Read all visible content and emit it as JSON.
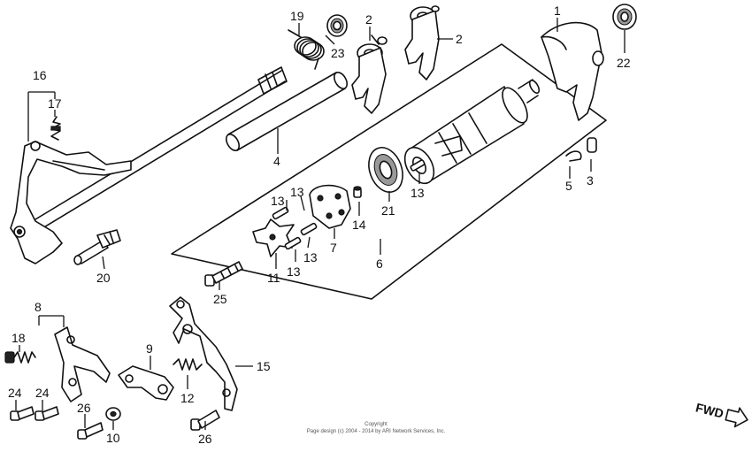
{
  "callouts": [
    {
      "id": "c1",
      "label": "1"
    },
    {
      "id": "c2a",
      "label": "2"
    },
    {
      "id": "c2b",
      "label": "2"
    },
    {
      "id": "c3",
      "label": "3"
    },
    {
      "id": "c4",
      "label": "4"
    },
    {
      "id": "c5",
      "label": "5"
    },
    {
      "id": "c6",
      "label": "6"
    },
    {
      "id": "c7",
      "label": "7"
    },
    {
      "id": "c8",
      "label": "8"
    },
    {
      "id": "c9",
      "label": "9"
    },
    {
      "id": "c10",
      "label": "10"
    },
    {
      "id": "c11",
      "label": "11"
    },
    {
      "id": "c12",
      "label": "12"
    },
    {
      "id": "c13a",
      "label": "13"
    },
    {
      "id": "c13b",
      "label": "13"
    },
    {
      "id": "c13c",
      "label": "13"
    },
    {
      "id": "c13d",
      "label": "13"
    },
    {
      "id": "c13e",
      "label": "13"
    },
    {
      "id": "c14",
      "label": "14"
    },
    {
      "id": "c15",
      "label": "15"
    },
    {
      "id": "c16",
      "label": "16"
    },
    {
      "id": "c17",
      "label": "17"
    },
    {
      "id": "c18",
      "label": "18"
    },
    {
      "id": "c19",
      "label": "19"
    },
    {
      "id": "c20",
      "label": "20"
    },
    {
      "id": "c21",
      "label": "21"
    },
    {
      "id": "c22",
      "label": "22"
    },
    {
      "id": "c23",
      "label": "23"
    },
    {
      "id": "c24a",
      "label": "24"
    },
    {
      "id": "c24b",
      "label": "24"
    },
    {
      "id": "c25",
      "label": "25"
    },
    {
      "id": "c26a",
      "label": "26"
    },
    {
      "id": "c26b",
      "label": "26"
    }
  ],
  "copyright": {
    "line1": "Copyright",
    "line2": "Page design (c) 2004 - 2014 by ARI Network Services, Inc."
  },
  "direction": {
    "label": "FWD"
  }
}
